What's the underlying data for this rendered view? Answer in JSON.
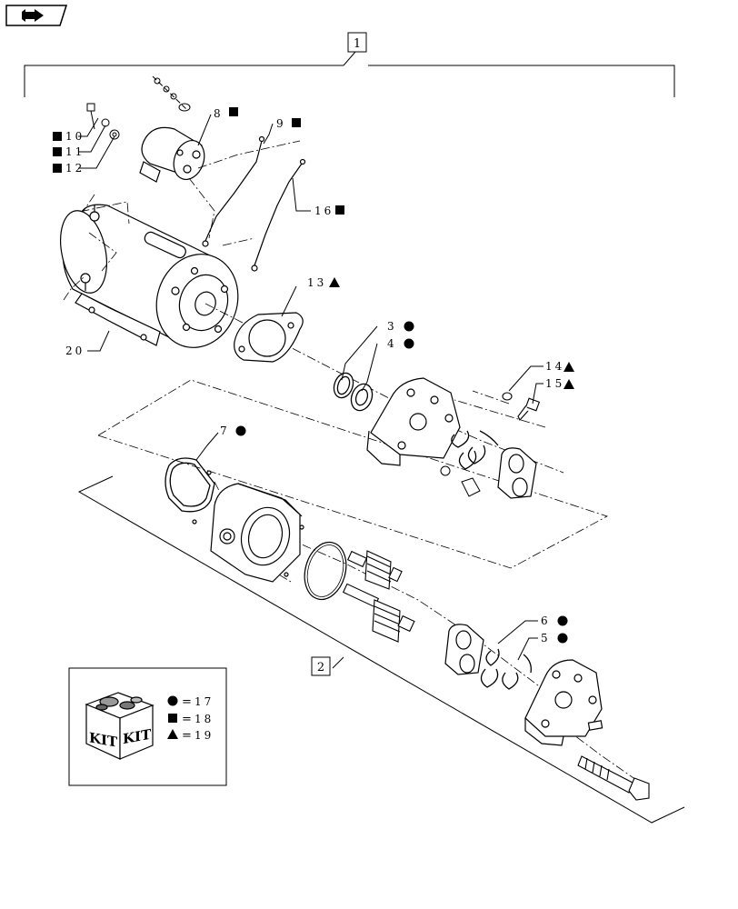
{
  "nav": {
    "icon": "navigation-arrow-icon"
  },
  "groups": {
    "motor_assembly": "1",
    "pump_assembly": "2"
  },
  "callouts": {
    "c3": "3",
    "c4": "4",
    "c5": "5",
    "c6": "6",
    "c7": "7",
    "c8": "8",
    "c9": "9",
    "c10": "10",
    "c11": "11",
    "c12": "12",
    "c13": "13",
    "c14": "14",
    "c15": "15",
    "c16": "16",
    "c20": "20"
  },
  "kit": {
    "label_left": "KIT",
    "label_right": "KIT",
    "legend": [
      {
        "symbol": "circle",
        "eq": "=",
        "ref": "17"
      },
      {
        "symbol": "square",
        "eq": "=",
        "ref": "18"
      },
      {
        "symbol": "triangle",
        "eq": "=",
        "ref": "19"
      }
    ]
  }
}
